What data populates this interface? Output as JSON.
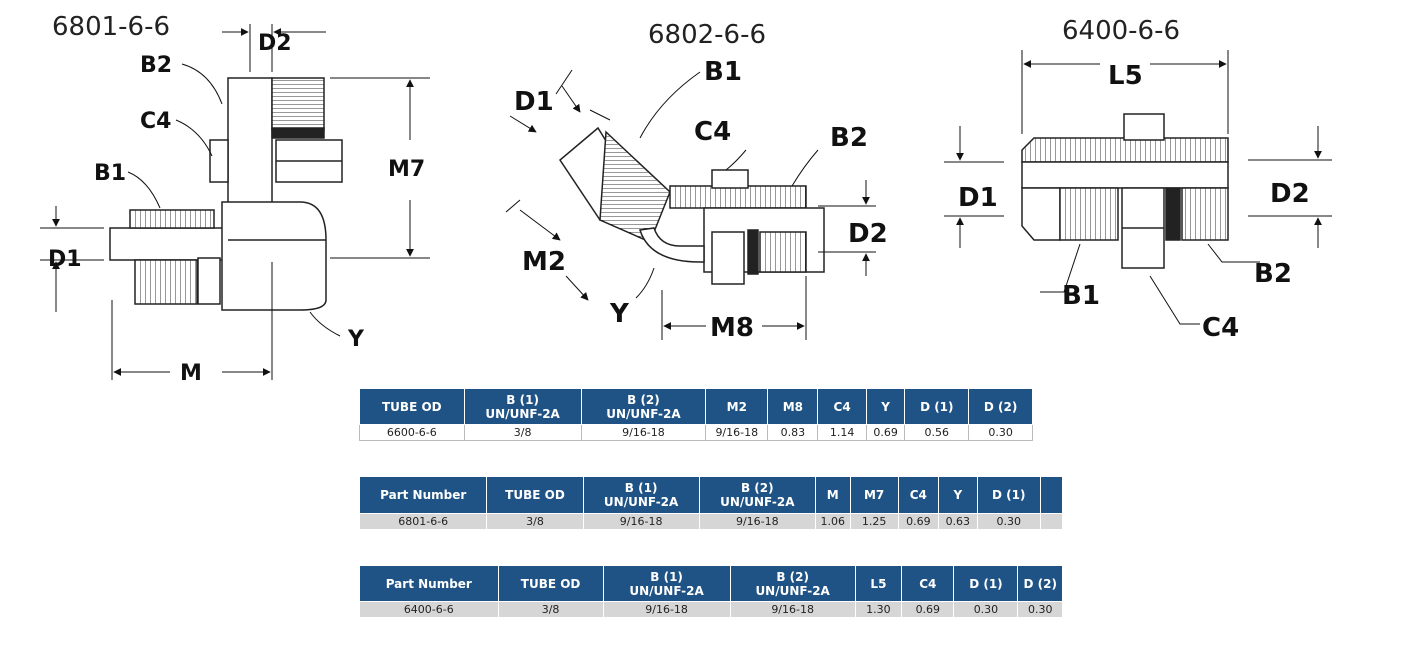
{
  "figures": {
    "fig1": {
      "title": "6801-6-6",
      "labels": {
        "d2": "D2",
        "b2": "B2",
        "c4": "C4",
        "b1": "B1",
        "d1": "D1",
        "m7": "M7",
        "y": "Y",
        "m": "M"
      }
    },
    "fig2": {
      "title": "6802-6-6",
      "labels": {
        "d1": "D1",
        "b1": "B1",
        "c4": "C4",
        "b2": "B2",
        "d2": "D2",
        "m2": "M2",
        "y": "Y",
        "m8": "M8"
      }
    },
    "fig3": {
      "title": "6400-6-6",
      "labels": {
        "l5": "L5",
        "d1": "D1",
        "d2": "D2",
        "b1": "B1",
        "b2": "B2",
        "c4": "C4"
      }
    }
  },
  "tables": {
    "t1": {
      "headers": [
        [
          "TUBE OD"
        ],
        [
          "B (1)",
          "UN/UNF-2A"
        ],
        [
          "B (2)",
          "UN/UNF-2A"
        ],
        [
          "M2"
        ],
        [
          "M8"
        ],
        [
          "C4"
        ],
        [
          "Y"
        ],
        [
          "D (1)"
        ],
        [
          "D (2)"
        ]
      ],
      "row": [
        "6600-6-6",
        "3/8",
        "9/16-18",
        "9/16-18",
        "0.83",
        "1.14",
        "0.69",
        "0.56",
        "0.30"
      ]
    },
    "t2": {
      "headers": [
        [
          "Part Number"
        ],
        [
          "TUBE OD"
        ],
        [
          "B (1)",
          "UN/UNF-2A"
        ],
        [
          "B (2)",
          "UN/UNF-2A"
        ],
        [
          "M"
        ],
        [
          "M7"
        ],
        [
          "C4"
        ],
        [
          "Y"
        ],
        [
          "D (1)"
        ]
      ],
      "row": [
        "6801-6-6",
        "3/8",
        "9/16-18",
        "9/16-18",
        "1.06",
        "1.25",
        "0.69",
        "0.63",
        "0.30"
      ]
    },
    "t3": {
      "headers": [
        [
          "Part Number"
        ],
        [
          "TUBE OD"
        ],
        [
          "B (1)",
          "UN/UNF-2A"
        ],
        [
          "B (2)",
          "UN/UNF-2A"
        ],
        [
          "L5"
        ],
        [
          "C4"
        ],
        [
          "D (1)"
        ],
        [
          "D (2)"
        ]
      ],
      "row": [
        "6400-6-6",
        "3/8",
        "9/16-18",
        "9/16-18",
        "1.30",
        "0.69",
        "0.30",
        "0.30"
      ]
    }
  }
}
